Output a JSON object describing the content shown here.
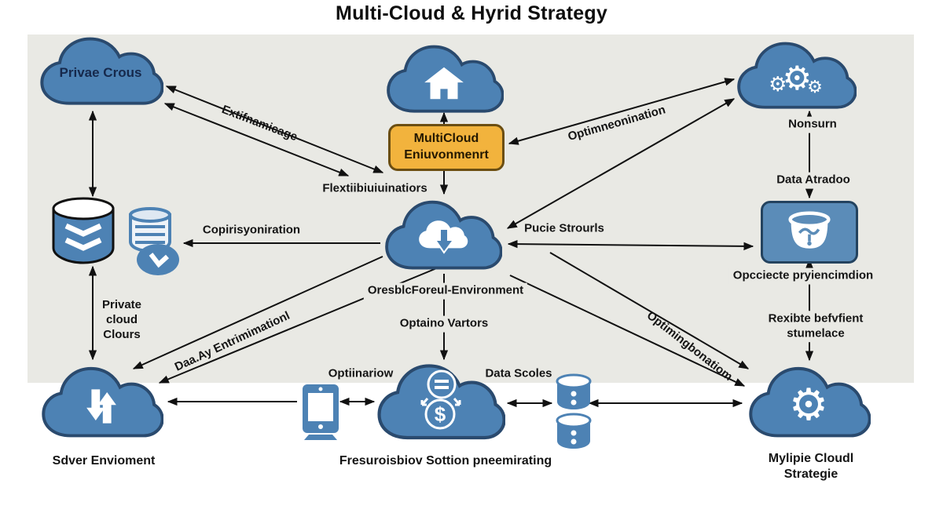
{
  "title": "Multi-Cloud & Hyrid Strategy",
  "colors": {
    "cloud_fill": "#4d82b4",
    "cloud_stroke": "#2a4a6e",
    "panel_bg": "#e9e9e4",
    "accent_box": "#f2b33d",
    "line": "#111111"
  },
  "nodes": {
    "private_cloud": {
      "label": "Privae Crous",
      "icon": "cloud-icon"
    },
    "home_cloud": {
      "icon": "house-icon"
    },
    "multicloud_env_box": {
      "line1": "MultiCloud",
      "line2": "Eniuvonmenrt"
    },
    "automation_cloud": {
      "icon": "gears-icon"
    },
    "center_cloud": {
      "icon": "cloud-sync-icon",
      "label": "OresblcForeul-Environment"
    },
    "storage_box": {
      "icon": "bucket-icon"
    },
    "primary_database": {
      "icon": "database-icon"
    },
    "replica_database": {
      "icon": "database-replica-icon"
    },
    "server_cloud": {
      "icon": "sync-arrows-icon",
      "label": "Sdver Envioment"
    },
    "tablet": {
      "icon": "tablet-icon"
    },
    "billing_cloud": {
      "icon": "billing-icon",
      "label": "Fresuroisbiov Sottion pneemirating"
    },
    "stacked_databases": {
      "icon": "stacked-databases-icon"
    },
    "strategy_cloud": {
      "icon": "gear-icon",
      "line1": "Mylipie Cloudl",
      "line2": "Strategie"
    }
  },
  "edge_labels": {
    "extifnamicage": "Extifnamicage",
    "flextii": "Flextiibiuiuinatiors",
    "optimneonination": "Optimneonination",
    "nonsurn": "Nonsurn",
    "data_atradoo": "Data Atradoo",
    "copirisyoniration": "Copirisyoniration",
    "pucie_strourls": "Pucie Strourls",
    "opcciecte": "Opcciecte pryiencimdion",
    "private_clours": {
      "line1": "Private",
      "line2": "cloud",
      "line3": "Clours"
    },
    "daa_ay": "Daa.Ay Entrimimationl",
    "optaino_vartors": "Optaino Vartors",
    "optinariow": "Optiinariow",
    "data_scoles": "Data Scoles",
    "optimingbonatiom": "Optimingbonatiom",
    "rexibte": {
      "line1": "Rexibte befvfient",
      "line2": "stumelace"
    }
  }
}
